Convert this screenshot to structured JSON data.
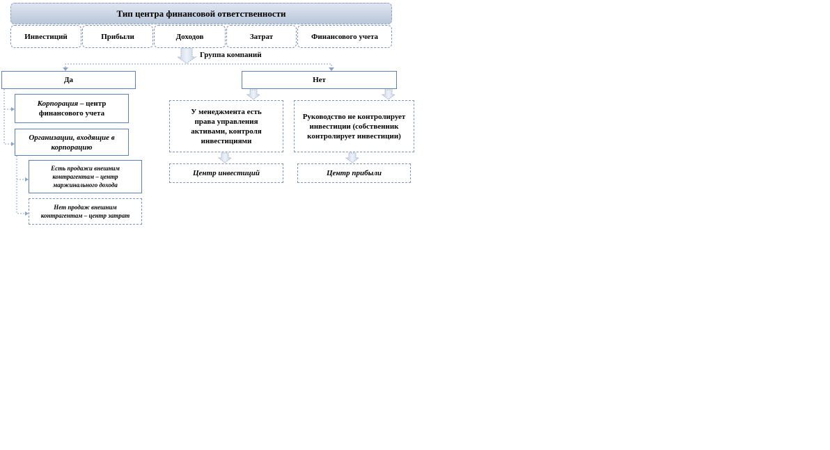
{
  "title": "Тип центра финансовой  ответственности",
  "categories": [
    "Инвестиций",
    "Прибыли",
    "Доходов",
    "Затрат",
    "Финансового учета"
  ],
  "group_label": "Группа компаний",
  "yes": {
    "label": "Да",
    "corporation_em": "Корпорация",
    "corporation_rest": " – центр финансового учета",
    "organizations": "Организации, входящие в корпорацию",
    "sales_yes": "Есть продажи внешним контрагентам – центр маржинального дохода",
    "sales_no": "Нет продаж внешним контрагентам – центр затрат"
  },
  "no": {
    "label": "Нет",
    "mgmt_rights": "У менеджмента есть права управления активами, контроля инвестициями",
    "mgmt_no_control": "Руководство не контролирует инвестиции (собственник контролирует инвестиции)",
    "investment_center": "Центр инвестиций",
    "profit_center": "Центр прибыли"
  }
}
